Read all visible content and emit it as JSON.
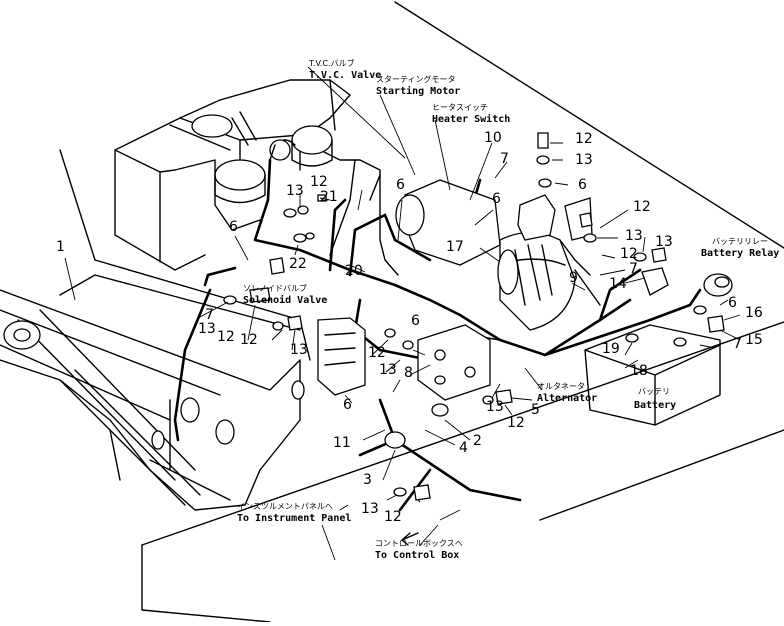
{
  "labels": {
    "tvc_valve_jp": "T.V.C.バルブ",
    "tvc_valve_en": "T.V.C. Valve",
    "starting_motor_jp": "スターティングモータ",
    "starting_motor_en": "Starting Motor",
    "heater_switch_jp": "ヒータスイッチ",
    "heater_switch_en": "Heater Switch",
    "battery_relay_jp": "バッテリリレー",
    "battery_relay_en": "Battery Relay",
    "solenoid_valve_jp": "ソレノイドバルブ",
    "solenoid_valve_en": "Solenoid Valve",
    "alternator_jp": "オルタネータ",
    "alternator_en": "Alternator",
    "battery_jp": "バッテリ",
    "battery_en": "Battery",
    "instrument_panel_jp": "インスツルメントパネルへ",
    "instrument_panel_en": "To Instrument Panel",
    "control_box_jp": "コントロールボックスへ",
    "control_box_en": "To Control Box"
  },
  "callouts": {
    "n1": "1",
    "n2": "2",
    "n3": "3",
    "n4": "4",
    "n5": "5",
    "n6a": "6",
    "n6b": "6",
    "n6c": "6",
    "n6d": "6",
    "n6e": "6",
    "n6f": "6",
    "n6g": "6",
    "n7a": "7",
    "n7b": "7",
    "n7c": "7",
    "n7d": "7",
    "n8": "8",
    "n9": "9",
    "n10": "10",
    "n11": "11",
    "n12a": "12",
    "n12b": "12",
    "n12c": "12",
    "n12d": "12",
    "n12e": "12",
    "n12f": "12",
    "n12g": "12",
    "n12h": "12",
    "n13a": "13",
    "n13b": "13",
    "n13c": "13",
    "n13d": "13",
    "n13e": "13",
    "n13f": "13",
    "n13g": "13",
    "n13h": "13",
    "n13i": "13",
    "n14": "14",
    "n15": "15",
    "n16": "16",
    "n17": "17",
    "n18": "18",
    "n19": "19",
    "n20": "20",
    "n21": "21",
    "n22": "22"
  }
}
